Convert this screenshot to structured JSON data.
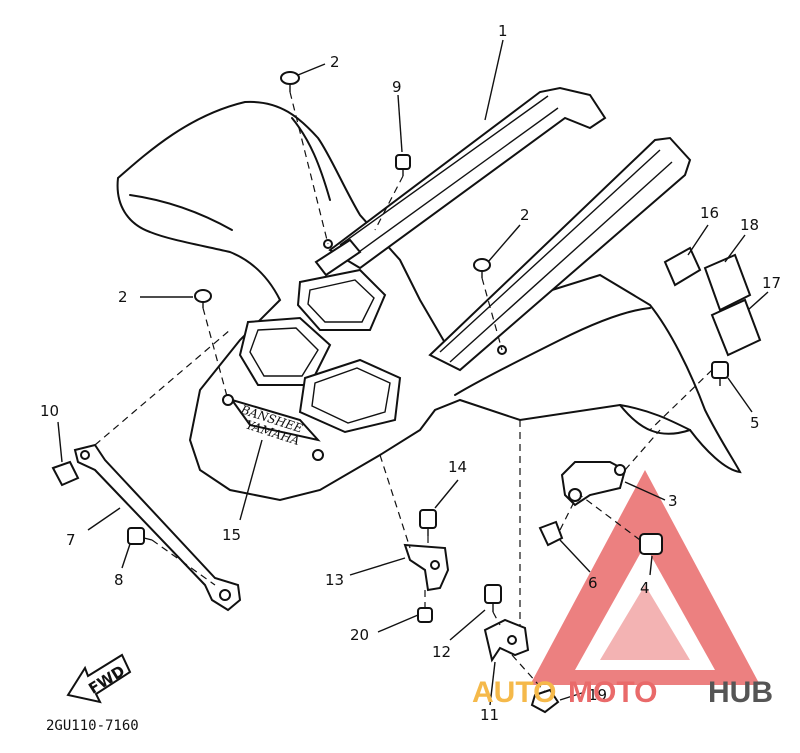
{
  "callouts": {
    "c1": "1",
    "c2a": "2",
    "c2b": "2",
    "c2c": "2",
    "c3": "3",
    "c4": "4",
    "c5": "5",
    "c6": "6",
    "c7": "7",
    "c8": "8",
    "c9": "9",
    "c10": "10",
    "c11": "11",
    "c12": "12",
    "c13": "13",
    "c14": "14",
    "c15": "15",
    "c16": "16",
    "c17": "17",
    "c18": "18",
    "c19": "19",
    "c20": "20"
  },
  "fender_emblem": {
    "line1": "BANSHEE",
    "line2": "YAMAHA"
  },
  "fwd_arrow_label": "FWD",
  "diagram_code": "2GU110-7160",
  "watermark": {
    "auto": "AUTO",
    "moto": "MOTO",
    "hub": "HUB"
  },
  "colors": {
    "line": "#111111",
    "watermark_red": "#e96a6a",
    "watermark_orange": "#f5b94a",
    "watermark_gray": "#555555"
  }
}
